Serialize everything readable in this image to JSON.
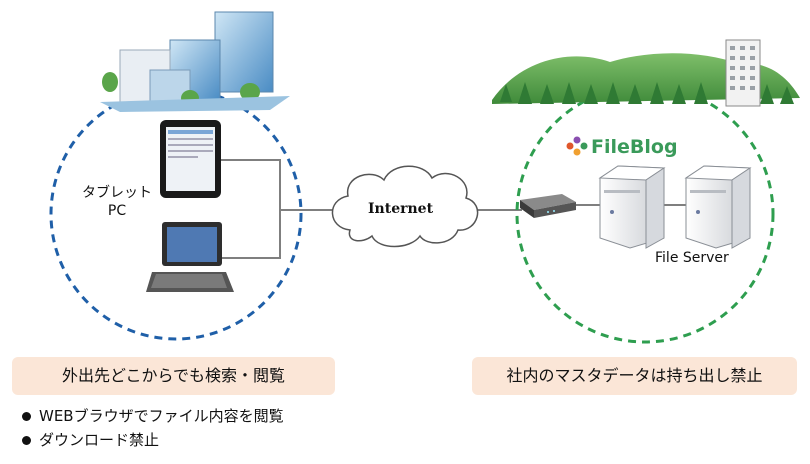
{
  "left_zone": {
    "device_label_line1": "タブレット",
    "device_label_line2": "PC",
    "caption": "外出先どこからでも検索・閲覧"
  },
  "network": {
    "cloud_label": "Internet"
  },
  "right_zone": {
    "brand": "FileBlog",
    "server_label": "File Server",
    "caption": "社内のマスタデータは持ち出し禁止"
  },
  "bullets": [
    "WEBブラウザでファイル内容を閲覧",
    "ダウンロード禁止"
  ],
  "colors": {
    "left_circle": "#1f5fa8",
    "right_circle": "#2e9e4f",
    "caption_bg": "#fbe6d7",
    "line": "#7f7f7f"
  }
}
